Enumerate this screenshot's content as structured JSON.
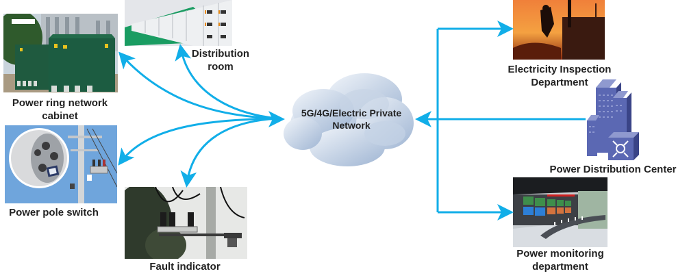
{
  "diagram": {
    "network": {
      "label": "5G/4G/Electric Private Network"
    },
    "arrow_color": "#11aee8",
    "left_nodes": [
      {
        "id": "ring-cabinet",
        "label": "Power ring network cabinet"
      },
      {
        "id": "distribution-room",
        "label": "Distribution room"
      },
      {
        "id": "pole-switch",
        "label": "Power pole switch"
      },
      {
        "id": "fault-indicator",
        "label": "Fault indicator"
      }
    ],
    "right_nodes": [
      {
        "id": "inspection",
        "label": "Electricity Inspection Department"
      },
      {
        "id": "distribution-center",
        "label": "Power Distribution Center"
      },
      {
        "id": "monitoring",
        "label": "Power monitoring department"
      }
    ]
  }
}
